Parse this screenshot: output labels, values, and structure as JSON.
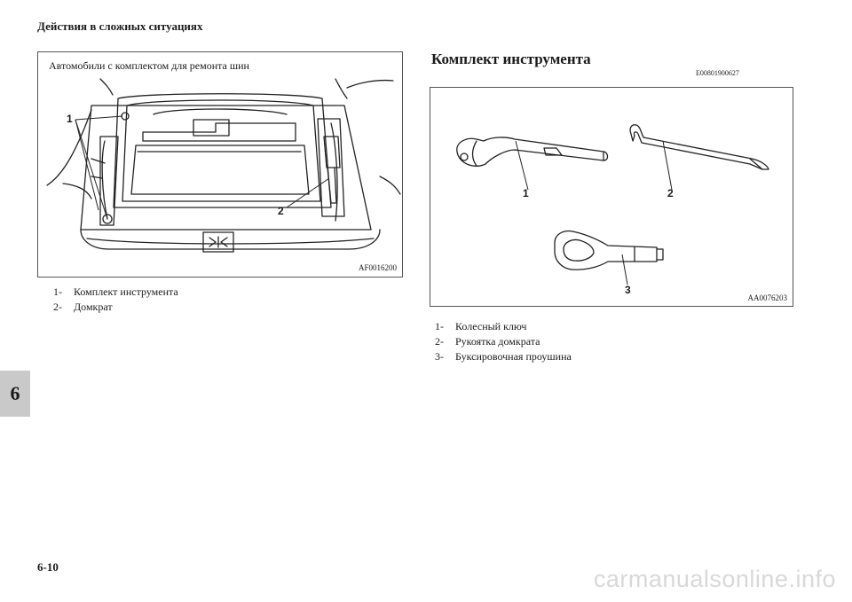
{
  "header": {
    "title": "Действия в сложных ситуациях"
  },
  "side_tab": {
    "label": "6"
  },
  "footer": {
    "page_number": "6-10"
  },
  "left_figure": {
    "caption": "Автомобили с комплектом для ремонта шин",
    "code": "AF0016200",
    "callouts": [
      "1",
      "2"
    ],
    "legend": [
      {
        "num": "1-",
        "text": "Комплект инструмента"
      },
      {
        "num": "2-",
        "text": "Домкрат"
      }
    ]
  },
  "section": {
    "title": "Комплект инструмента",
    "code": "E00801900627"
  },
  "right_figure": {
    "code": "AA0076203",
    "callouts": [
      "1",
      "2",
      "3"
    ],
    "legend": [
      {
        "num": "1-",
        "text": "Колесный ключ"
      },
      {
        "num": "2-",
        "text": "Рукоятка домкрата"
      },
      {
        "num": "3-",
        "text": "Буксировочная проушина"
      }
    ]
  },
  "watermark": {
    "text": "carmanualsonline.info"
  }
}
